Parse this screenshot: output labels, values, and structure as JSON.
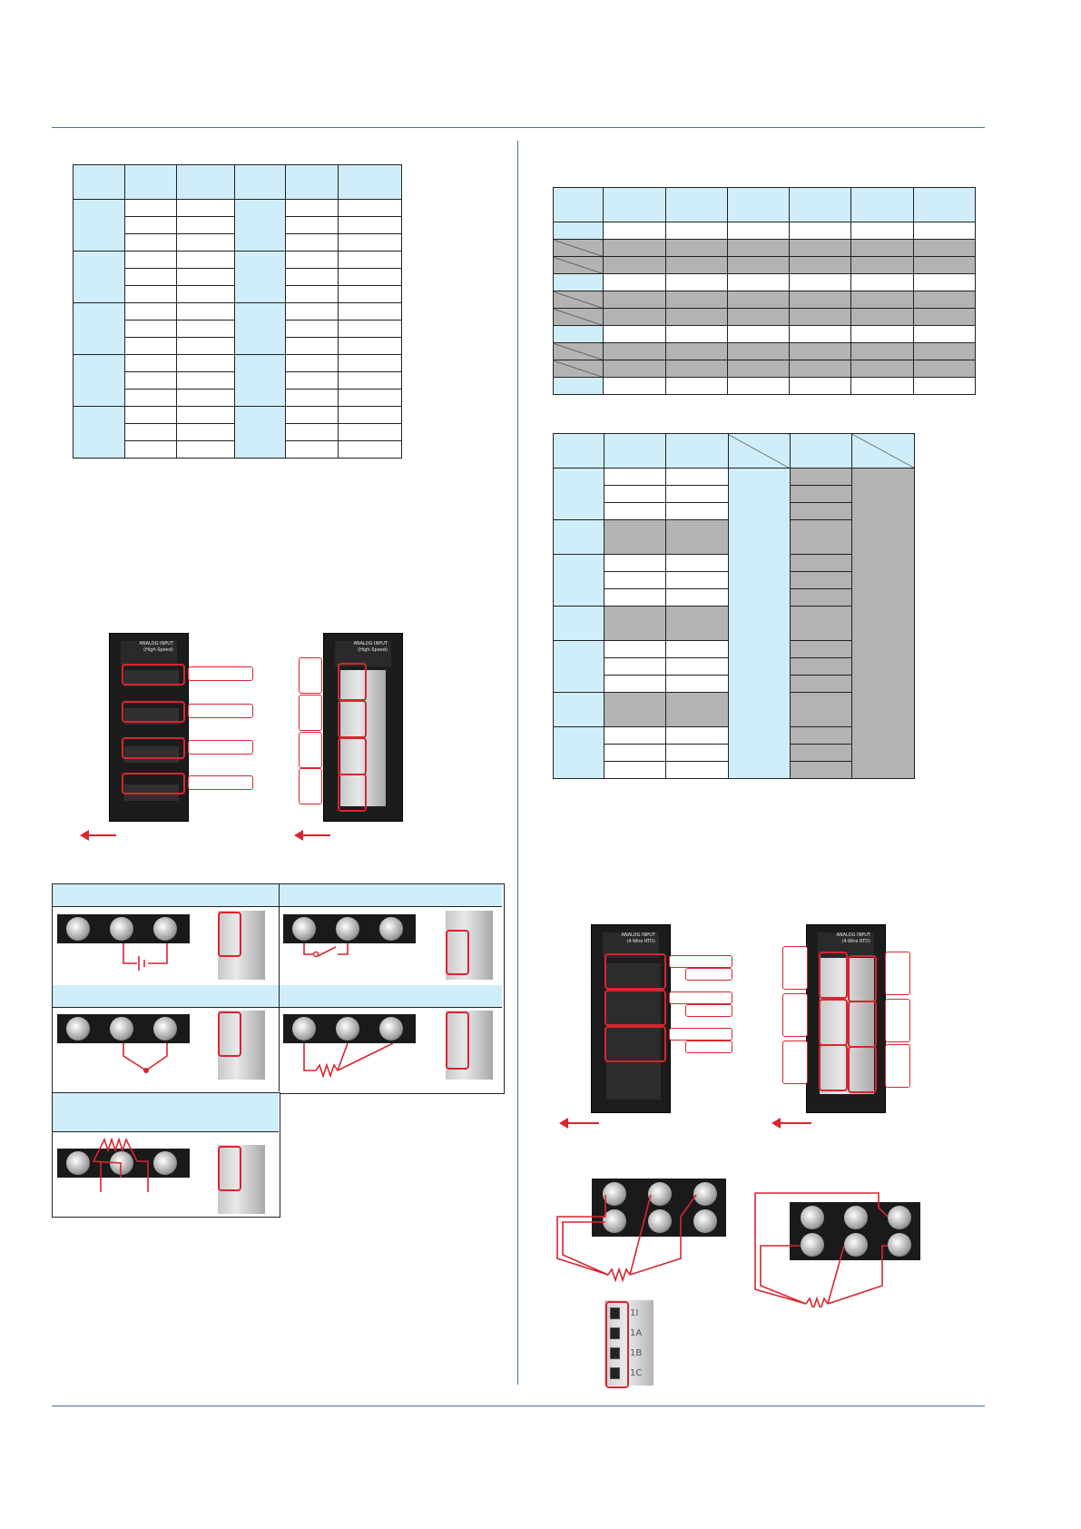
{
  "colors": {
    "accent_rule": "#4a6fa5",
    "header_fill": "#cfeefa",
    "gray_fill": "#b3b3b3",
    "highlight": "#d9252f"
  },
  "modules": {
    "high_speed_label": "ANALOG INPUT\n(High-Speed)",
    "rtd_label": "ANALOG INPUT\n(4-Wire RTD)"
  },
  "spring_terminal_labels": [
    "1I",
    "1A",
    "1B",
    "1C"
  ]
}
